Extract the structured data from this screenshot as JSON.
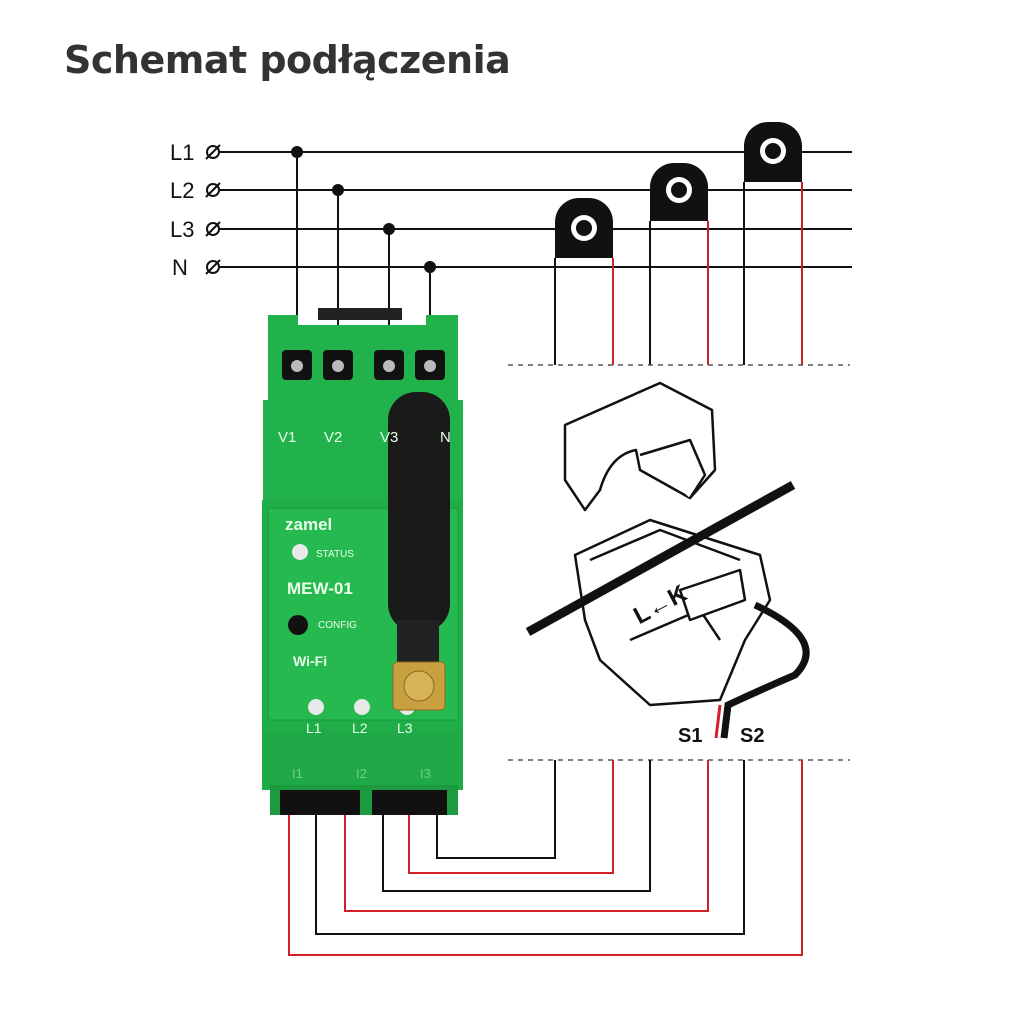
{
  "title": "Schemat podłączenia",
  "lines": [
    "L1",
    "L2",
    "L3",
    "N"
  ],
  "device": {
    "brand": "zamel",
    "model": "MEW-01",
    "status_label": "STATUS",
    "config_label": "CONFIG",
    "wifi_label": "Wi-Fi",
    "voltage_terminals": [
      "V1",
      "V2",
      "V3",
      "N"
    ],
    "led_labels": [
      "L1",
      "L2",
      "L3"
    ],
    "current_inputs": [
      "I1",
      "I2",
      "I3"
    ],
    "color": "#22b24c"
  },
  "clamp": {
    "direction_label": "L←K",
    "s1": "S1",
    "s2": "S2"
  },
  "wire_colors": {
    "black": "#111111",
    "red": "#d0202a"
  }
}
